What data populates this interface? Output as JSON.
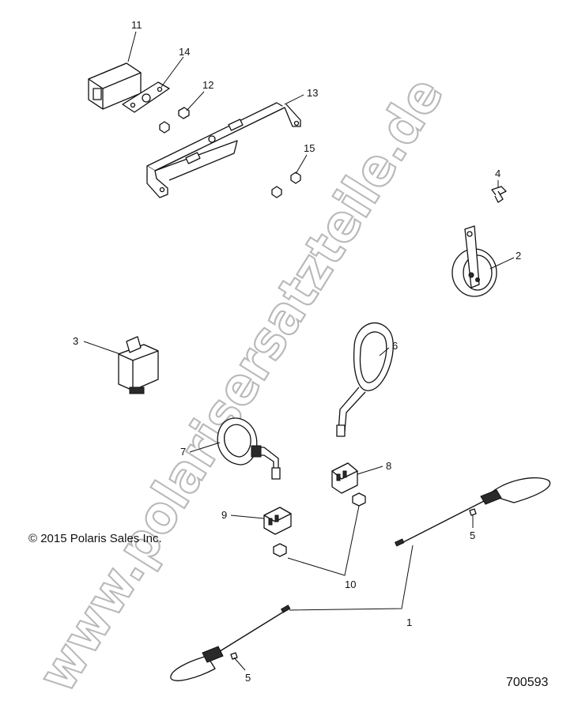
{
  "watermark": "www.polarisersatzteile.de",
  "copyright": "© 2015 Polaris Sales Inc.",
  "drawing_number": "700593",
  "callouts": {
    "c1": "1",
    "c2": "2",
    "c3": "3",
    "c4": "4",
    "c5a": "5",
    "c5b": "5",
    "c6": "6",
    "c7": "7",
    "c8": "8",
    "c9": "9",
    "c10": "10",
    "c11": "11",
    "c12": "12",
    "c13": "13",
    "c14": "14",
    "c15": "15"
  }
}
